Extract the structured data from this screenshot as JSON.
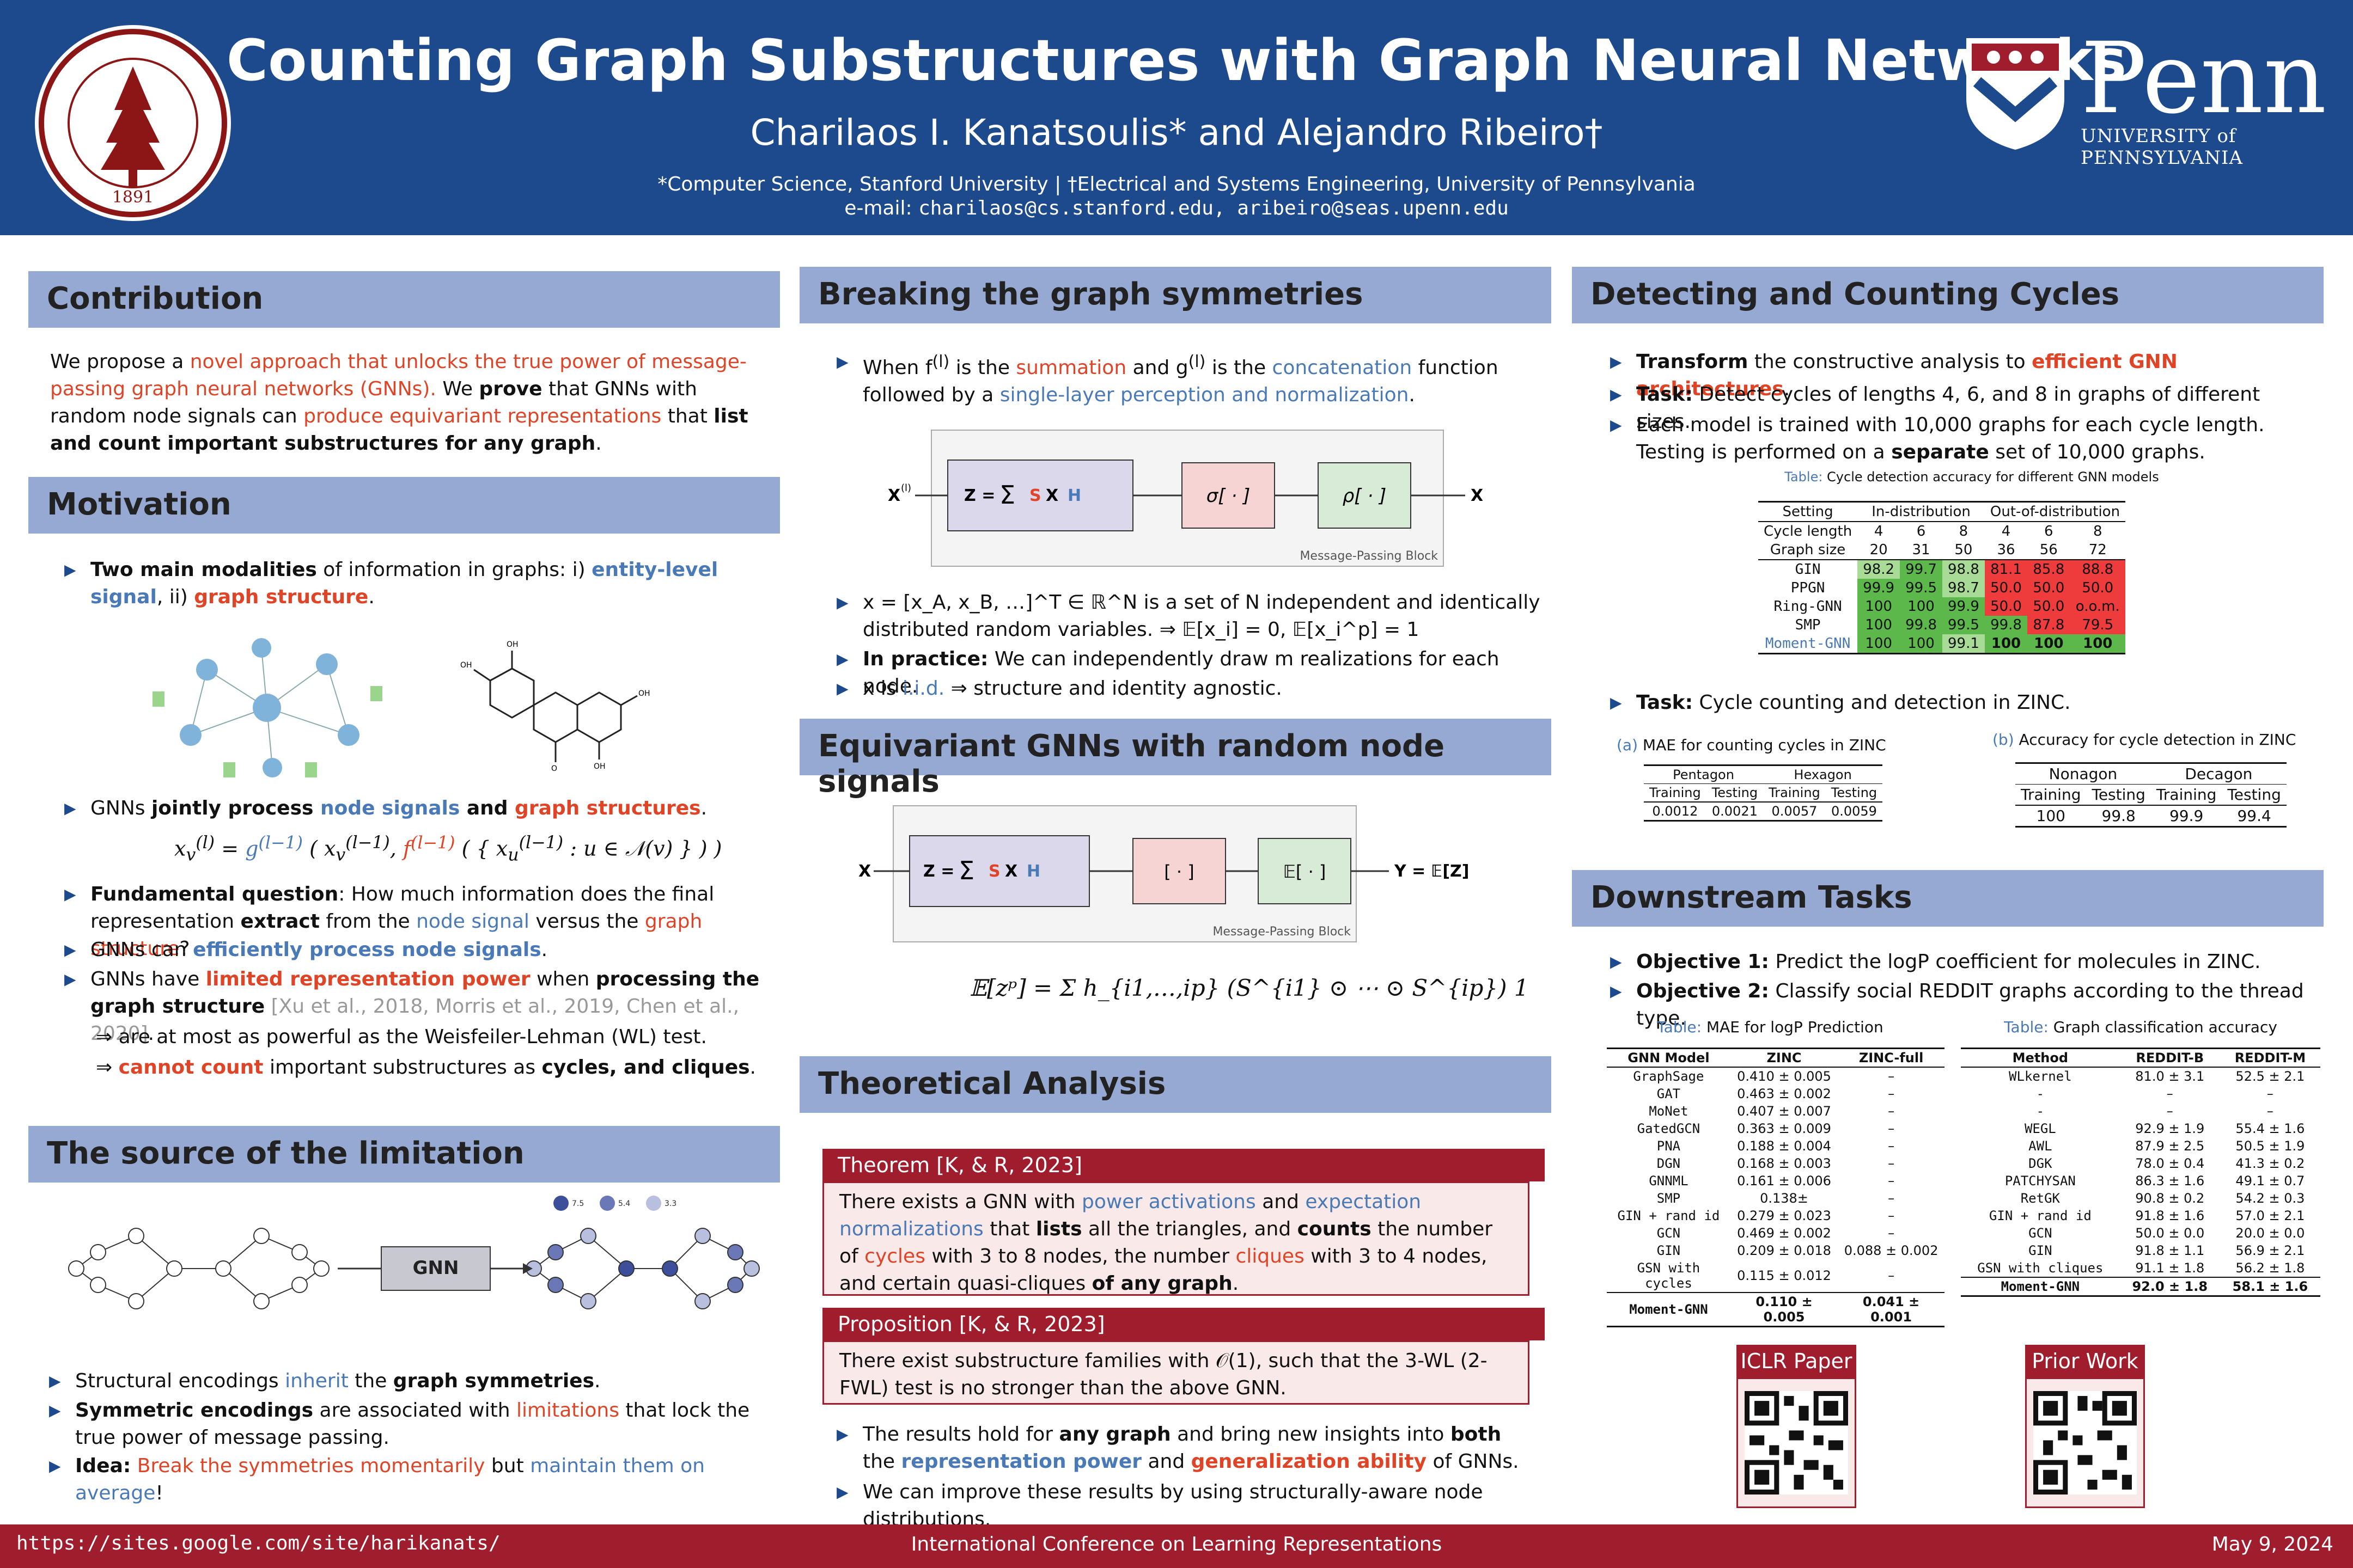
{
  "header": {
    "title": "Counting Graph Substructures with Graph Neural Networks",
    "authors": "Charilaos I. Kanatsoulis* and Alejandro Ribeiro†",
    "affiliations": "*Computer Science, Stanford University   |   †Electrical and Systems Engineering, University of Pennsylvania",
    "email_label": "e-mail:",
    "email": "charilaos@cs.stanford.edu, aribeiro@seas.upenn.edu",
    "seal_year": "1891",
    "penn_word": "Penn",
    "penn_sub": "UNIVERSITY of PENNSYLVANIA"
  },
  "sections": {
    "contribution": "Contribution",
    "motivation": "Motivation",
    "limitation": "The source of the limitation",
    "breaking": "Breaking the graph symmetries",
    "equivariant": "Equivariant GNNs with random node signals",
    "theory": "Theoretical Analysis",
    "cycles": "Detecting and Counting Cycles",
    "downstream": "Downstream Tasks"
  },
  "contribution": {
    "p1a": "We propose a ",
    "p1b": "novel approach that unlocks the true power of message-passing graph neural networks (GNNs).",
    "p1c": " We ",
    "p1d": "prove",
    "p1e": " that GNNs with random node signals can ",
    "p1f": "produce equivariant representations",
    "p1g": " that ",
    "p1h": "list and count important substructures for any graph",
    "p1i": "."
  },
  "motivation": {
    "b1a": "Two main modalities",
    "b1b": " of information in graphs: i) ",
    "b1c": "entity-level signal",
    "b1d": ", ii) ",
    "b1e": "graph structure",
    "b1f": ".",
    "b2a": "GNNs ",
    "b2b": "jointly process",
    "b2c": " node signals",
    "b2d": " and ",
    "b2e": "graph structures",
    "b2f": ".",
    "b3a": "Fundamental question",
    "b3b": ": How much information does the final representation ",
    "b3c": "extract",
    "b3d": " from the ",
    "b3e": "node signal",
    "b3f": " versus the ",
    "b3g": "graph structure",
    "b3h": "?",
    "b4a": "GNNs can ",
    "b4b": "efficiently process node signals",
    "b4c": ".",
    "b5a": "GNNs have ",
    "b5b": "limited representation power",
    "b5c": " when ",
    "b5d": "processing the graph structure",
    "b5e": " [Xu et al., 2018, Morris et al., 2019, Chen et al., 2020]",
    "b5f": ".",
    "s1": "⇒ are at most as powerful as the Weisfeiler-Lehman (WL) test.",
    "s2a": "⇒ ",
    "s2b": "cannot count",
    "s2c": " important substructures as ",
    "s2d": "cycles, and cliques",
    "s2e": "."
  },
  "limitation": {
    "legend": [
      "7.5",
      "5.4",
      "3.3"
    ],
    "gnn_label": "GNN",
    "b1a": "Structural encodings ",
    "b1b": "inherit",
    "b1c": " the ",
    "b1d": "graph symmetries",
    "b1e": ".",
    "b2a": "Symmetric encodings",
    "b2b": " are associated with ",
    "b2c": "limitations",
    "b2d": " that lock the true power of message passing.",
    "b3a": "Idea:",
    "b3b": " Break the symmetries momentarily",
    "b3c": " but ",
    "b3d": "maintain them on average",
    "b3e": "!"
  },
  "breaking": {
    "b1a": "When f",
    "b1b": " is the ",
    "b1c": "summation",
    "b1d": " and g",
    "b1e": " is the ",
    "b1f": "concatenation",
    "b1g": " function followed by a ",
    "b1h": "single-layer perception and normalization",
    "b1i": ".",
    "mp_label": "Message-Passing Block",
    "b2": "x = [x_A, x_B, …]^T ∈ ℝ^N is a set of N independent and identically distributed random variables.  ⇒ 𝔼[x_i] = 0,  𝔼[x_i^p] = 1",
    "b3a": "In practice:",
    "b3b": " We can independently draw m realizations for each node.",
    "b4a": "x is ",
    "b4b": "i.i.d.",
    "b4c": " ⇒ structure and identity agnostic."
  },
  "equivariant": {
    "mp_label": "Message-Passing Block",
    "formula": "𝔼[zᵖ] = Σ h_{i1,…,ip} (S^{i1} ⊙ ⋯ ⊙ S^{ip}) 1"
  },
  "theory": {
    "thm_head": "Theorem [K, & R, 2023]",
    "thm_a": "There exists a GNN with ",
    "thm_b": "power activations",
    "thm_c": " and ",
    "thm_d": "expectation normalizations",
    "thm_e": " that ",
    "thm_f": "lists",
    "thm_g": " all the triangles, and ",
    "thm_h": "counts",
    "thm_i": " the number of ",
    "thm_j": "cycles",
    "thm_k": " with 3 to 8 nodes, the number ",
    "thm_l": "cliques",
    "thm_m": " with 3 to 4 nodes, and certain quasi-cliques ",
    "thm_n": "of any graph",
    "thm_o": ".",
    "prop_head": "Proposition [K, & R, 2023]",
    "prop": "There exist substructure families with 𝒪(1), such that the 3-WL (2-FWL) test is no stronger than the above GNN.",
    "r1a": "The results hold for ",
    "r1b": "any graph",
    "r1c": " and bring new insights into ",
    "r1d": "both",
    "r1e": " the ",
    "r1f": "representation power",
    "r1g": " and ",
    "r1h": "generalization ability",
    "r1i": " of GNNs.",
    "r2": "We can improve these results by using structurally-aware node distributions."
  },
  "cycles": {
    "b1a": "Transform",
    "b1b": " the constructive analysis to ",
    "b1c": "efficient GNN architectures",
    "b1d": ".",
    "b2a": "Task:",
    "b2b": " Detect cycles of lengths 4, 6, and 8 in graphs of different sizes.",
    "b3a": "Each model is trained with 10,000 graphs for each cycle length. Testing is performed on a ",
    "b3b": "separate",
    "b3c": " set of 10,000 graphs.",
    "caption_a": "Table:",
    "caption_b": " Cycle detection accuracy for different GNN models",
    "head": [
      "Setting",
      "In-distribution",
      "Out-of-distribution"
    ],
    "cyc_label": "Cycle length",
    "size_label": "Graph size",
    "cyc_vals": [
      "4",
      "6",
      "8",
      "4",
      "6",
      "8"
    ],
    "size_vals": [
      "20",
      "31",
      "50",
      "36",
      "56",
      "72"
    ],
    "rows": [
      {
        "name": "GIN",
        "vals": [
          "98.2",
          "99.7",
          "98.8",
          "81.1",
          "85.8",
          "88.8"
        ]
      },
      {
        "name": "PPGN",
        "vals": [
          "99.9",
          "99.5",
          "98.7",
          "50.0",
          "50.0",
          "50.0"
        ]
      },
      {
        "name": "Ring-GNN",
        "vals": [
          "100",
          "100",
          "99.9",
          "50.0",
          "50.0",
          "o.o.m."
        ]
      },
      {
        "name": "SMP",
        "vals": [
          "100",
          "99.8",
          "99.5",
          "99.8",
          "87.8",
          "79.5"
        ]
      },
      {
        "name": "Moment-GNN",
        "vals": [
          "100",
          "100",
          "99.1",
          "100",
          "100",
          "100"
        ]
      }
    ],
    "b4a": "Task:",
    "b4b": " Cycle counting and detection in ZINC.",
    "ta_caption_a": "(a)",
    "ta_caption_b": " MAE for counting cycles in ZINC",
    "ta_groups": [
      "Pentagon",
      "Hexagon"
    ],
    "ta_sub": [
      "Training",
      "Testing",
      "Training",
      "Testing"
    ],
    "ta_vals": [
      "0.0012",
      "0.0021",
      "0.0057",
      "0.0059"
    ],
    "tb_caption_a": "(b)",
    "tb_caption_b": " Accuracy for cycle detection in ZINC",
    "tb_groups": [
      "Nonagon",
      "Decagon"
    ],
    "tb_sub": [
      "Training",
      "Testing",
      "Training",
      "Testing"
    ],
    "tb_vals": [
      "100",
      "99.8",
      "99.9",
      "99.4"
    ]
  },
  "downstream": {
    "o1a": "Objective 1:",
    "o1b": " Predict the logP coefficient for molecules in ZINC.",
    "o2a": "Objective 2:",
    "o2b": " Classify social REDDIT graphs according to the thread type.",
    "t1_caption_a": "Table:",
    "t1_caption_b": " MAE for logP Prediction",
    "t1_head": [
      "GNN Model",
      "ZINC",
      "ZINC-full"
    ],
    "t1_rows": [
      [
        "GraphSage",
        "0.410 ± 0.005",
        "–"
      ],
      [
        "GAT",
        "0.463 ± 0.002",
        "–"
      ],
      [
        "MoNet",
        "0.407 ± 0.007",
        "–"
      ],
      [
        "GatedGCN",
        "0.363 ± 0.009",
        "–"
      ],
      [
        "PNA",
        "0.188 ± 0.004",
        "–"
      ],
      [
        "DGN",
        "0.168 ± 0.003",
        "–"
      ],
      [
        "GNNML",
        "0.161 ± 0.006",
        "–"
      ],
      [
        "SMP",
        "0.138±",
        "–"
      ],
      [
        "GIN + rand id",
        "0.279 ± 0.023",
        "–"
      ],
      [
        "GCN",
        "0.469 ± 0.002",
        "–"
      ],
      [
        "GIN",
        "0.209 ± 0.018",
        "0.088 ± 0.002"
      ],
      [
        "GSN with cycles",
        "0.115 ± 0.012",
        "–"
      ],
      [
        "Moment-GNN",
        "0.110 ± 0.005",
        "0.041 ± 0.001"
      ]
    ],
    "t2_caption_a": "Table:",
    "t2_caption_b": " Graph classification accuracy",
    "t2_head": [
      "Method",
      "REDDIT-B",
      "REDDIT-M"
    ],
    "t2_rows": [
      [
        "WLkernel",
        "81.0 ± 3.1",
        "52.5 ± 2.1"
      ],
      [
        "-",
        "–",
        "–"
      ],
      [
        "-",
        "–",
        "–"
      ],
      [
        "WEGL",
        "92.9 ± 1.9",
        "55.4 ± 1.6"
      ],
      [
        "AWL",
        "87.9 ± 2.5",
        "50.5 ± 1.9"
      ],
      [
        "DGK",
        "78.0 ± 0.4",
        "41.3 ± 0.2"
      ],
      [
        "PATCHYSAN",
        "86.3 ± 1.6",
        "49.1 ± 0.7"
      ],
      [
        "RetGK",
        "90.8 ± 0.2",
        "54.2 ± 0.3"
      ],
      [
        "GIN + rand id",
        "91.8 ± 1.6",
        "57.0 ± 2.1"
      ],
      [
        "GCN",
        "50.0 ± 0.0",
        "20.0 ± 0.0"
      ],
      [
        "GIN",
        "91.8 ± 1.1",
        "56.9 ± 2.1"
      ],
      [
        "GSN with cliques",
        "91.1 ± 1.8",
        "56.2 ± 1.8"
      ],
      [
        "Moment-GNN",
        "92.0 ± 1.8",
        "58.1 ± 1.6"
      ]
    ],
    "qr1_label": "ICLR Paper",
    "qr2_label": "Prior Work"
  },
  "footer": {
    "url": "https://sites.google.com/site/harikanats/",
    "conference": "International Conference on Learning Representations",
    "date": "May 9, 2024"
  },
  "colors": {
    "header": "#1d4a8c",
    "section": "#96a9d2",
    "accent_red": "#e04426",
    "accent_blue": "#4a79b8",
    "footer": "#a01d2e",
    "cell_green_dark": "#5cb84a",
    "cell_green_light": "#a8dc96",
    "cell_red": "#ee3b3b"
  }
}
